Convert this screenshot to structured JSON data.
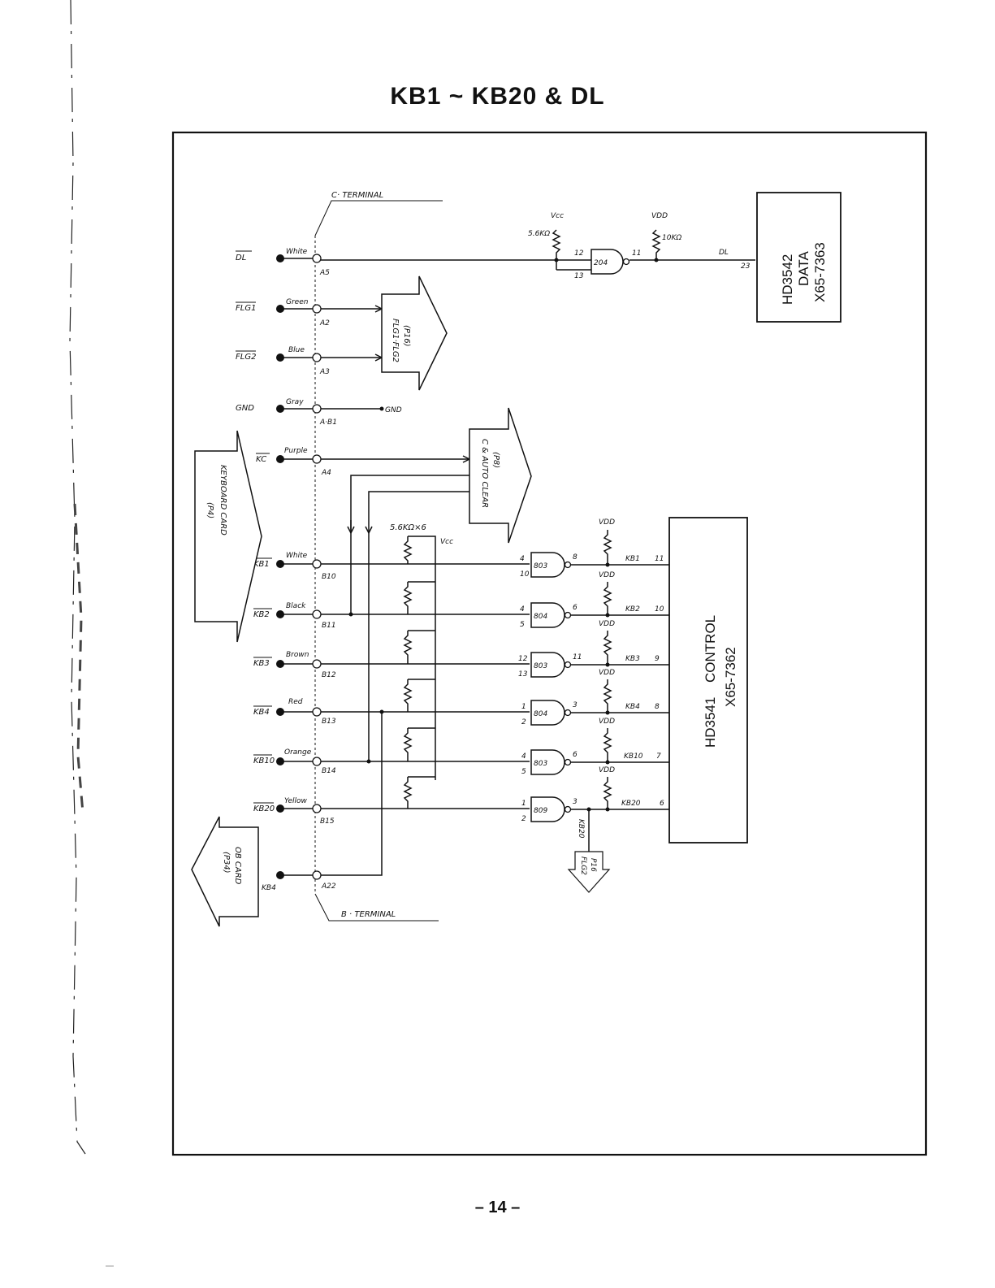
{
  "title": "KB1 ~ KB20 & DL",
  "page_number": "– 14 –",
  "terminals": {
    "c_terminal": "C· TERMINAL",
    "b_terminal": "B · TERMINAL"
  },
  "power": {
    "vcc": "Vcc",
    "vdd": "VDD",
    "gnd": "GND",
    "r_5k6": "5.6KΩ",
    "r_10k": "10KΩ",
    "r_array": "5.6KΩ×6"
  },
  "signals": [
    {
      "name": "DL",
      "wire": "White",
      "pin": "A5"
    },
    {
      "name": "FLG1",
      "wire": "Green",
      "pin": "A2"
    },
    {
      "name": "FLG2",
      "wire": "Blue",
      "pin": "A3"
    },
    {
      "name": "GND",
      "wire": "Gray",
      "pin": "A·B1"
    },
    {
      "name": "KC",
      "wire": "Purple",
      "pin": "A4"
    },
    {
      "name": "KB1",
      "wire": "White",
      "pin": "B10"
    },
    {
      "name": "KB2",
      "wire": "Black",
      "pin": "B11"
    },
    {
      "name": "KB3",
      "wire": "Brown",
      "pin": "B12"
    },
    {
      "name": "KB4",
      "wire": "Red",
      "pin": "B13"
    },
    {
      "name": "KB10",
      "wire": "Orange",
      "pin": "B14"
    },
    {
      "name": "KB20",
      "wire": "Yellow",
      "pin": "B15"
    },
    {
      "name": "KB4",
      "wire": "",
      "pin": "A22"
    }
  ],
  "gates": [
    {
      "type": "204",
      "in": [
        "12",
        "13"
      ],
      "out": "11"
    },
    {
      "type": "803",
      "in": [
        "4",
        "10"
      ],
      "out": "8"
    },
    {
      "type": "804",
      "in": [
        "4",
        "5"
      ],
      "out": "6"
    },
    {
      "type": "803",
      "in": [
        "12",
        "13"
      ],
      "out": "11"
    },
    {
      "type": "804",
      "in": [
        "1",
        "2"
      ],
      "out": "3"
    },
    {
      "type": "803",
      "in": [
        "4",
        "5"
      ],
      "out": "6"
    },
    {
      "type": "809",
      "in": [
        "1",
        "2"
      ],
      "out": "3"
    }
  ],
  "control_pins": [
    {
      "signal": "KB1",
      "pin": "11"
    },
    {
      "signal": "KB2",
      "pin": "10"
    },
    {
      "signal": "KB3",
      "pin": "9"
    },
    {
      "signal": "KB4",
      "pin": "8"
    },
    {
      "signal": "KB10",
      "pin": "7"
    },
    {
      "signal": "KB20",
      "pin": "6"
    }
  ],
  "chips": {
    "data_chip": [
      "HD3542",
      "DATA",
      "X65-7363"
    ],
    "data_pin_label": "DL",
    "data_pin": "23",
    "control_chip": [
      "HD3541",
      "CONTROL",
      "X65-7362"
    ]
  },
  "connectors": {
    "flg": [
      "FLG1·FLG2",
      "(P16)"
    ],
    "clear": [
      "C & AUTO CLEAR",
      "(P8)"
    ],
    "keyboard": [
      "KEYBOARD CARD",
      "(P4)"
    ],
    "ob": [
      "OB CARD",
      "(P34)"
    ],
    "kb20_out": [
      "KB20"
    ],
    "flg2_out": [
      "FLG2",
      "P16"
    ],
    "gnd_out": "GND",
    "kb4_out": "KB4"
  }
}
